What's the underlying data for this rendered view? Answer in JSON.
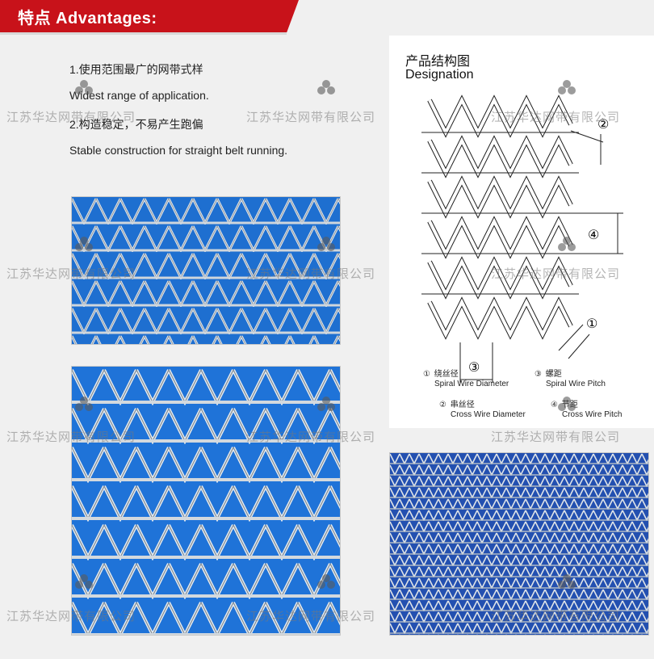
{
  "header": {
    "title": "特点 Advantages:"
  },
  "features": [
    "1.使用范围最广的网带式样",
    "Widest range of application.",
    "2.构造稳定，不易产生跑偏",
    "Stable construction for straight belt running."
  ],
  "designation": {
    "title_cn": "产品结构图",
    "title_en": "Designation",
    "markers": [
      "①",
      "②",
      "③",
      "④"
    ],
    "legend": [
      {
        "num": "①",
        "cn": "绕丝径",
        "en": "Spiral Wire Diameter"
      },
      {
        "num": "③",
        "cn": "螺距",
        "en": "Spiral Wire Pitch"
      },
      {
        "num": "②",
        "cn": "串丝径",
        "en": "Cross Wire Diameter"
      },
      {
        "num": "④",
        "cn": "节距",
        "en": "Cross Wire Pitch"
      }
    ]
  },
  "watermark": {
    "text": "江苏华达网带有限公司"
  },
  "colors": {
    "header_red": "#c8121a",
    "mesh_blue": "#1e6fd0",
    "wire": "#d8dde3"
  }
}
